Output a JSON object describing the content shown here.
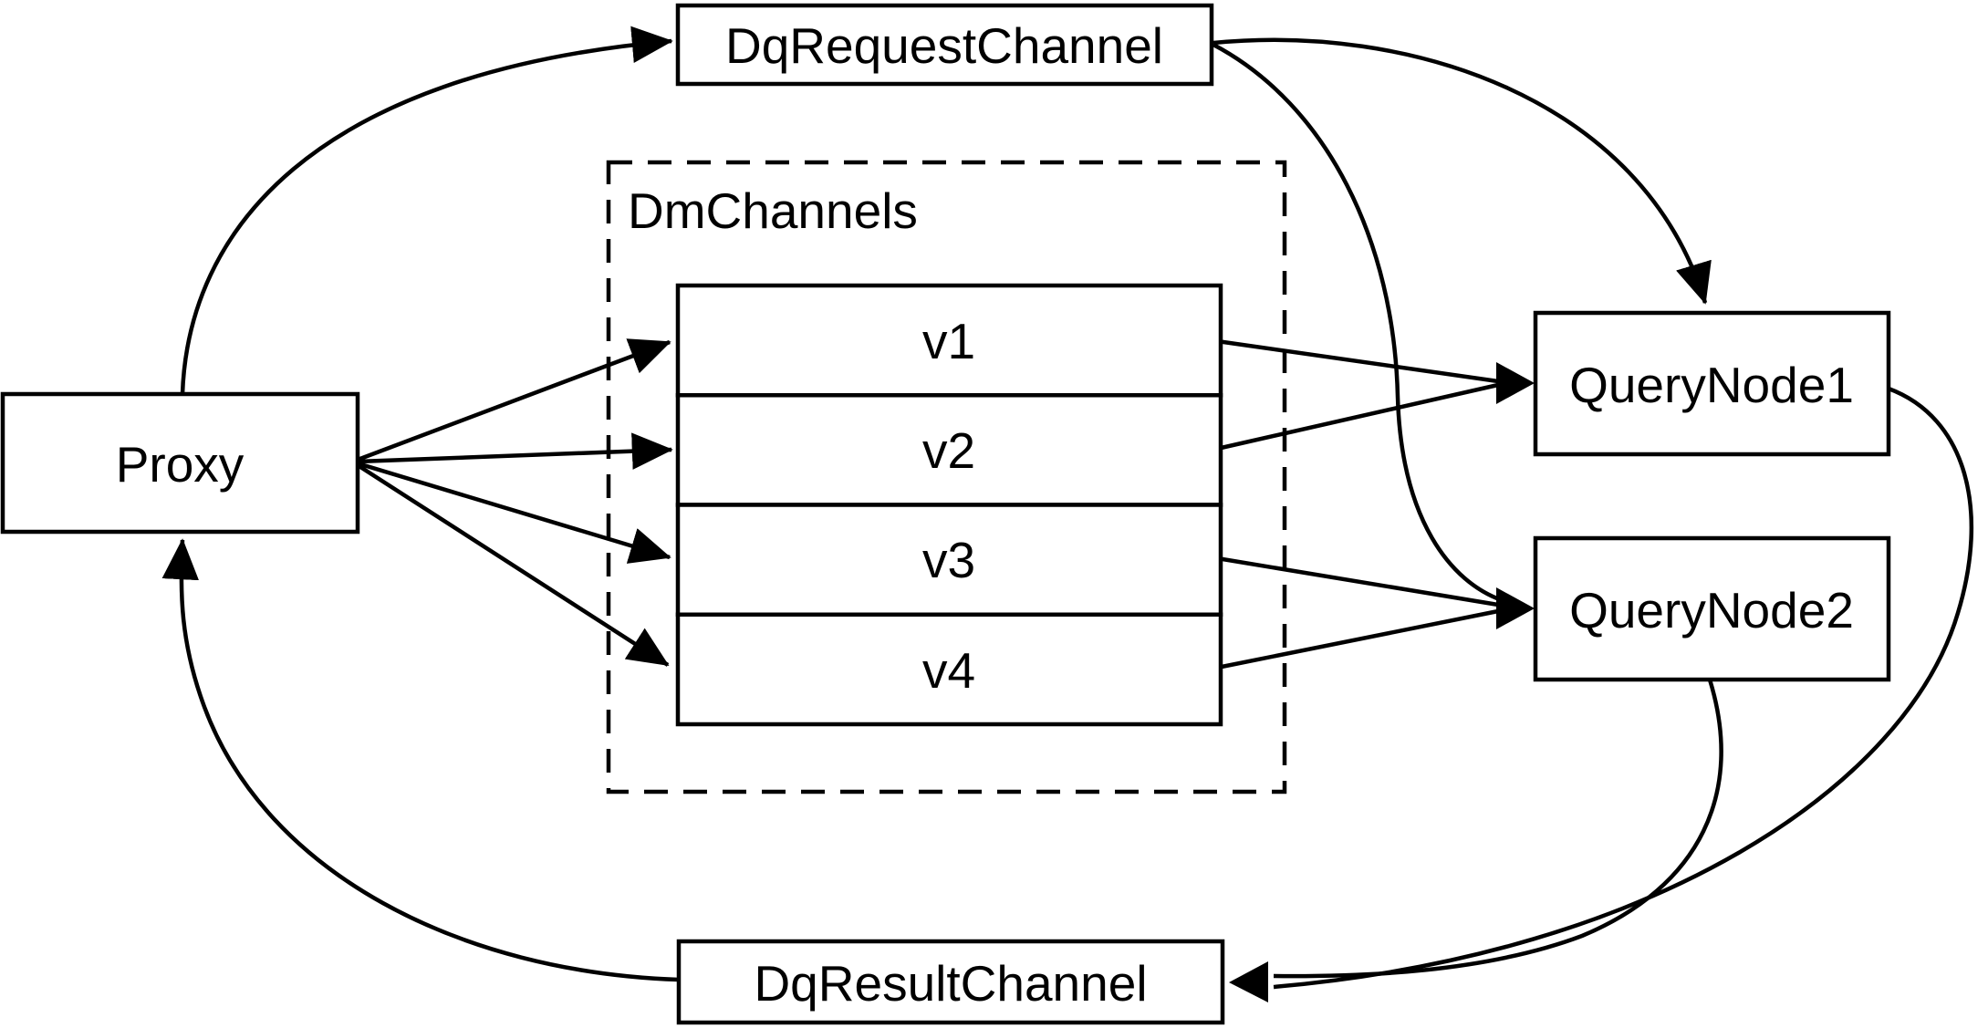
{
  "colors": {
    "background": "#ffffff",
    "line": "#000000",
    "text": "#000000"
  },
  "diagram": {
    "nodes": {
      "proxy": {
        "label": "Proxy"
      },
      "dq_request_channel": {
        "label": "DqRequestChannel"
      },
      "dm_channels": {
        "label": "DmChannels",
        "channels": [
          {
            "label": "v1"
          },
          {
            "label": "v2"
          },
          {
            "label": "v3"
          },
          {
            "label": "v4"
          }
        ]
      },
      "query_node_1": {
        "label": "QueryNode1"
      },
      "query_node_2": {
        "label": "QueryNode2"
      },
      "dq_result_channel": {
        "label": "DqResultChannel"
      }
    },
    "edges": [
      {
        "from": "Proxy",
        "to": "DqRequestChannel"
      },
      {
        "from": "Proxy",
        "to": "v1"
      },
      {
        "from": "Proxy",
        "to": "v2"
      },
      {
        "from": "Proxy",
        "to": "v3"
      },
      {
        "from": "Proxy",
        "to": "v4"
      },
      {
        "from": "v1",
        "to": "QueryNode1"
      },
      {
        "from": "v2",
        "to": "QueryNode1"
      },
      {
        "from": "v3",
        "to": "QueryNode2"
      },
      {
        "from": "v4",
        "to": "QueryNode2"
      },
      {
        "from": "DqRequestChannel",
        "to": "QueryNode1"
      },
      {
        "from": "DqRequestChannel",
        "to": "QueryNode2"
      },
      {
        "from": "QueryNode1",
        "to": "DqResultChannel"
      },
      {
        "from": "QueryNode2",
        "to": "DqResultChannel"
      },
      {
        "from": "DqResultChannel",
        "to": "Proxy"
      }
    ]
  }
}
